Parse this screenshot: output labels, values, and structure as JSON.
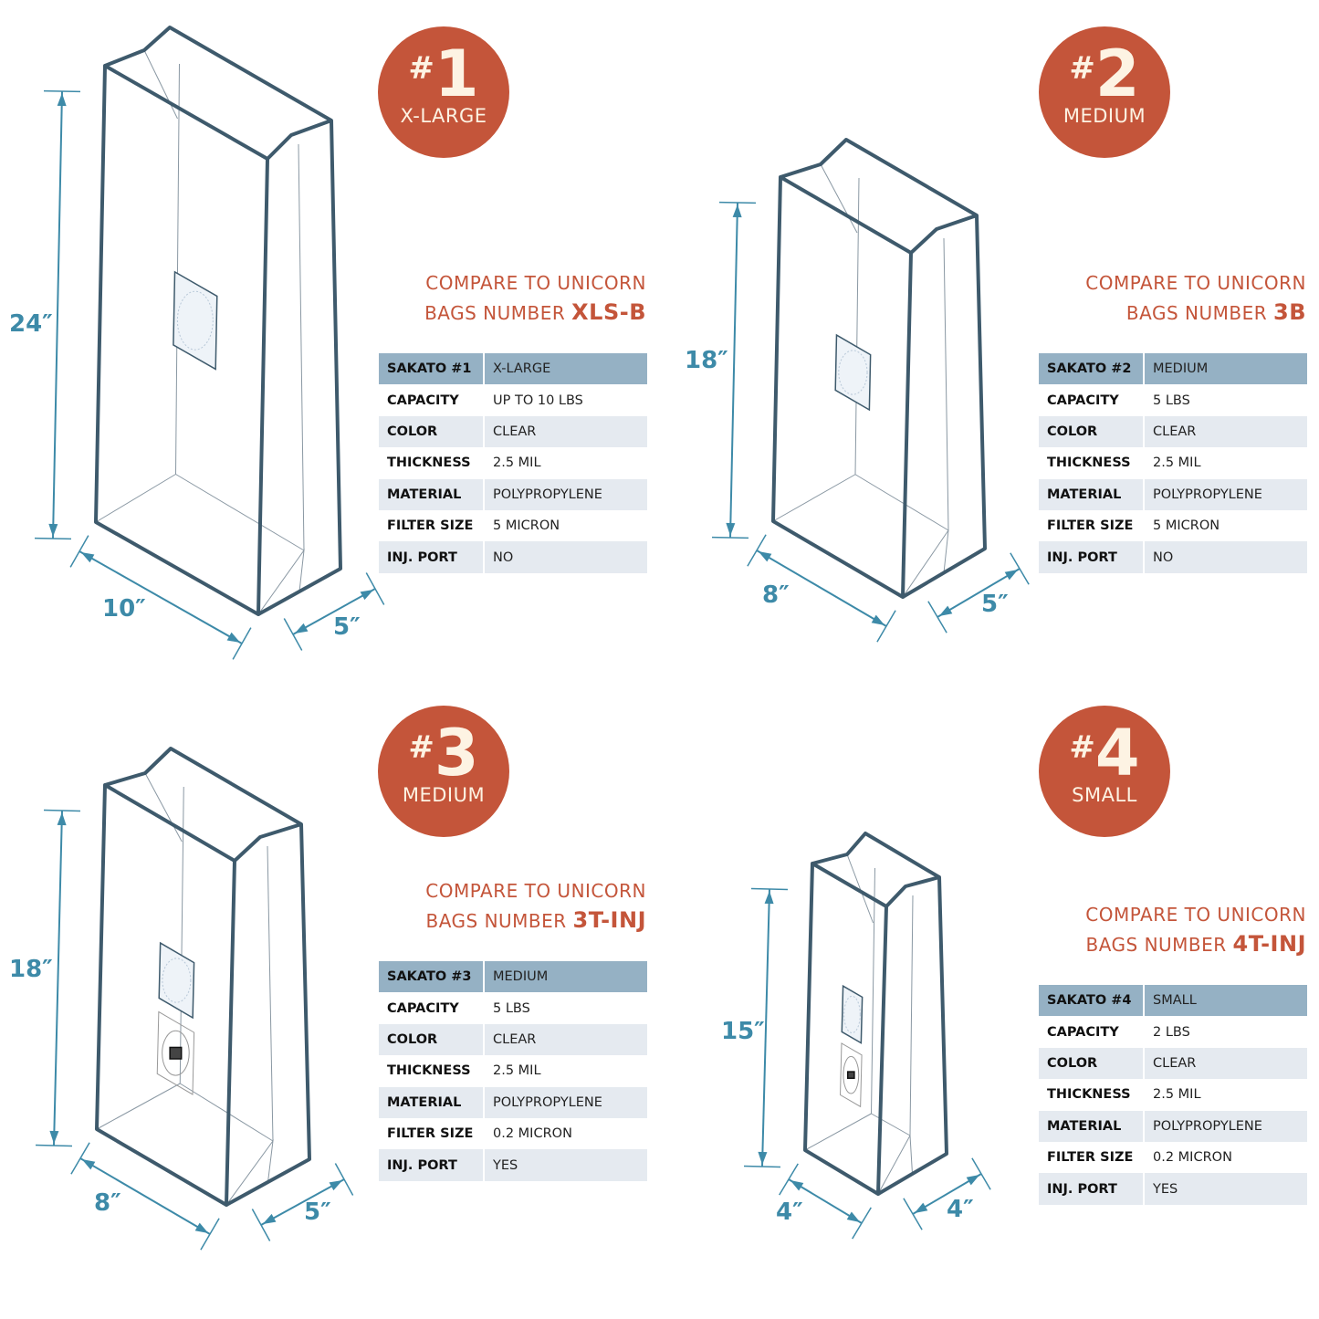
{
  "colors": {
    "accent": "#c4553a",
    "bag_outline": "#3e5a6c",
    "dimension": "#3d8aa8",
    "table_header": "#95b1c4",
    "table_alt": "#e5eaf0"
  },
  "products": [
    {
      "badge_num": "1",
      "badge_size": "X-LARGE",
      "compare_line1": "COMPARE TO UNICORN",
      "compare_line2": "BAGS NUMBER",
      "compare_code": "XLS-B",
      "dims": {
        "height": "24″",
        "width": "10″",
        "depth": "5″"
      },
      "table": [
        [
          "SAKATO #1",
          "X-LARGE"
        ],
        [
          "CAPACITY",
          "UP TO 10 LBS"
        ],
        [
          "COLOR",
          "CLEAR"
        ],
        [
          "THICKNESS",
          "2.5 MIL"
        ],
        [
          "MATERIAL",
          "POLYPROPYLENE"
        ],
        [
          "FILTER SIZE",
          "5 MICRON"
        ],
        [
          "INJ. PORT",
          "NO"
        ]
      ]
    },
    {
      "badge_num": "2",
      "badge_size": "MEDIUM",
      "compare_line1": "COMPARE TO UNICORN",
      "compare_line2": "BAGS NUMBER",
      "compare_code": "3B",
      "dims": {
        "height": "18″",
        "width": "8″",
        "depth": "5″"
      },
      "table": [
        [
          "SAKATO #2",
          "MEDIUM"
        ],
        [
          "CAPACITY",
          "5 LBS"
        ],
        [
          "COLOR",
          "CLEAR"
        ],
        [
          "THICKNESS",
          "2.5 MIL"
        ],
        [
          "MATERIAL",
          "POLYPROPYLENE"
        ],
        [
          "FILTER SIZE",
          "5 MICRON"
        ],
        [
          "INJ. PORT",
          "NO"
        ]
      ]
    },
    {
      "badge_num": "3",
      "badge_size": "MEDIUM",
      "compare_line1": "COMPARE TO UNICORN",
      "compare_line2": "BAGS NUMBER",
      "compare_code": "3T-INJ",
      "dims": {
        "height": "18″",
        "width": "8″",
        "depth": "5″"
      },
      "table": [
        [
          "SAKATO #3",
          "MEDIUM"
        ],
        [
          "CAPACITY",
          "5 LBS"
        ],
        [
          "COLOR",
          "CLEAR"
        ],
        [
          "THICKNESS",
          "2.5 MIL"
        ],
        [
          "MATERIAL",
          "POLYPROPYLENE"
        ],
        [
          "FILTER SIZE",
          "0.2 MICRON"
        ],
        [
          "INJ. PORT",
          "YES"
        ]
      ]
    },
    {
      "badge_num": "4",
      "badge_size": "SMALL",
      "compare_line1": "COMPARE TO UNICORN",
      "compare_line2": "BAGS NUMBER",
      "compare_code": "4T-INJ",
      "dims": {
        "height": "15″",
        "width": "4″",
        "depth": "4″"
      },
      "table": [
        [
          "SAKATO #4",
          "SMALL"
        ],
        [
          "CAPACITY",
          "2 LBS"
        ],
        [
          "COLOR",
          "CLEAR"
        ],
        [
          "THICKNESS",
          "2.5 MIL"
        ],
        [
          "MATERIAL",
          "POLYPROPYLENE"
        ],
        [
          "FILTER SIZE",
          "0.2 MICRON"
        ],
        [
          "INJ. PORT",
          "YES"
        ]
      ]
    }
  ]
}
